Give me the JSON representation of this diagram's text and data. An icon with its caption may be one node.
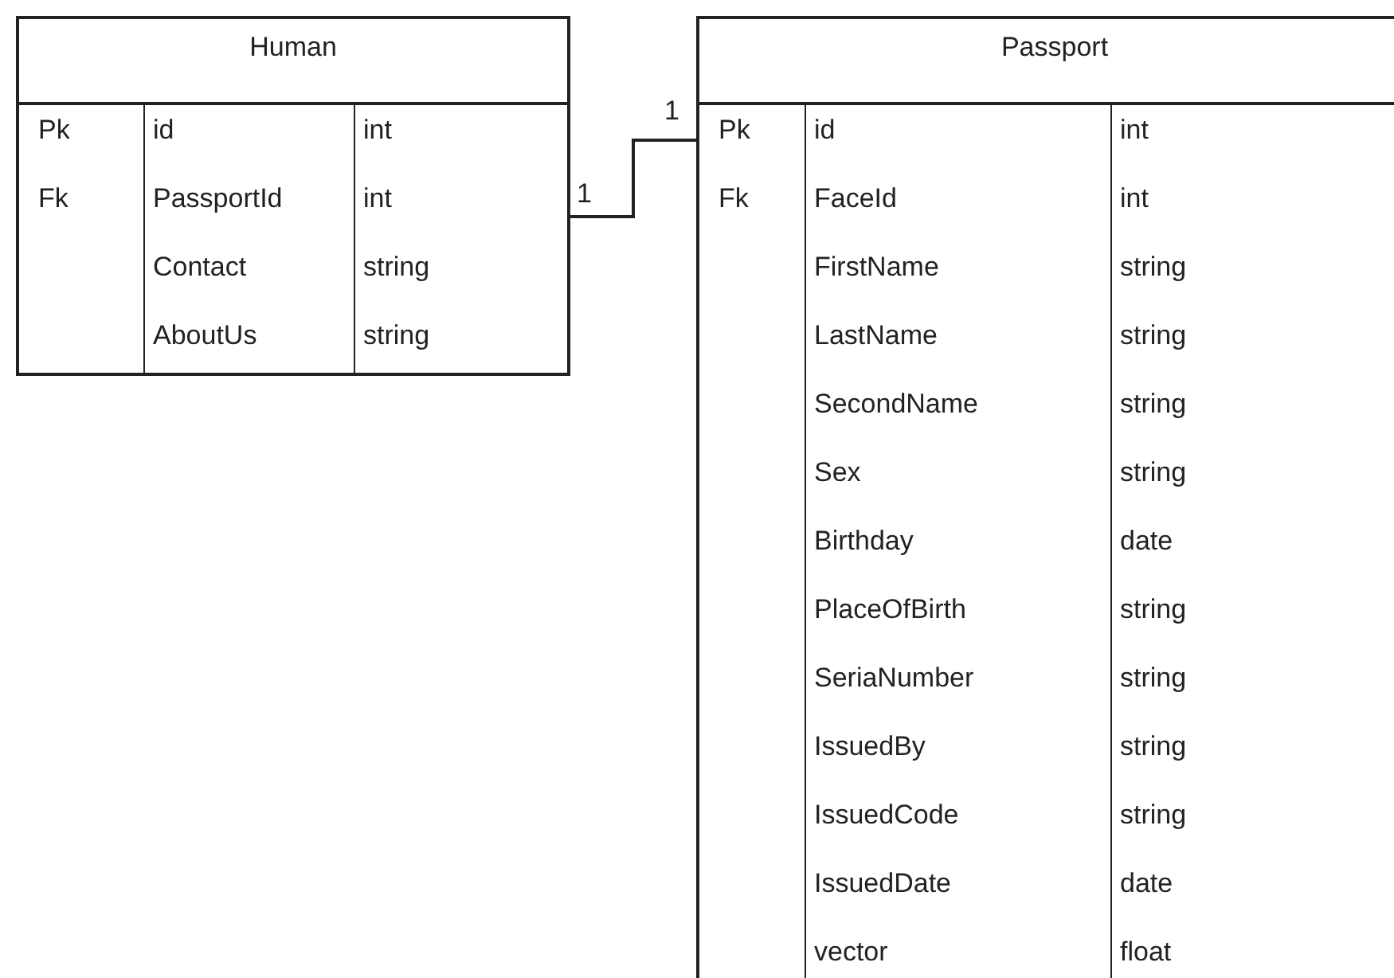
{
  "diagram": {
    "nodes": [
      {
        "text": [
          "Human",
          "Pk",
          "id",
          "int",
          "Fk",
          "PassportId",
          "int",
          "Contact",
          "string",
          "AboutUs",
          "string"
        ]
      },
      {
        "text": [
          "Passport",
          "Pk",
          "id",
          "int",
          "Fk",
          "FaceId",
          "int",
          "FirstName",
          "string",
          "LastName",
          "string",
          "SecondName",
          "string",
          "Sex",
          "string",
          "Birthday",
          "date",
          "PlaceOfBirth",
          "string",
          "SeriaNumber",
          "string",
          "IssuedBy",
          "string",
          "IssuedCode",
          "string",
          "IssuedDate",
          "date",
          "vector",
          "float"
        ]
      }
    ],
    "edges": [
      {
        "from": 0,
        "to": 1,
        "arrow": "none"
      }
    ],
    "labels": [
      "1",
      "1"
    ]
  }
}
